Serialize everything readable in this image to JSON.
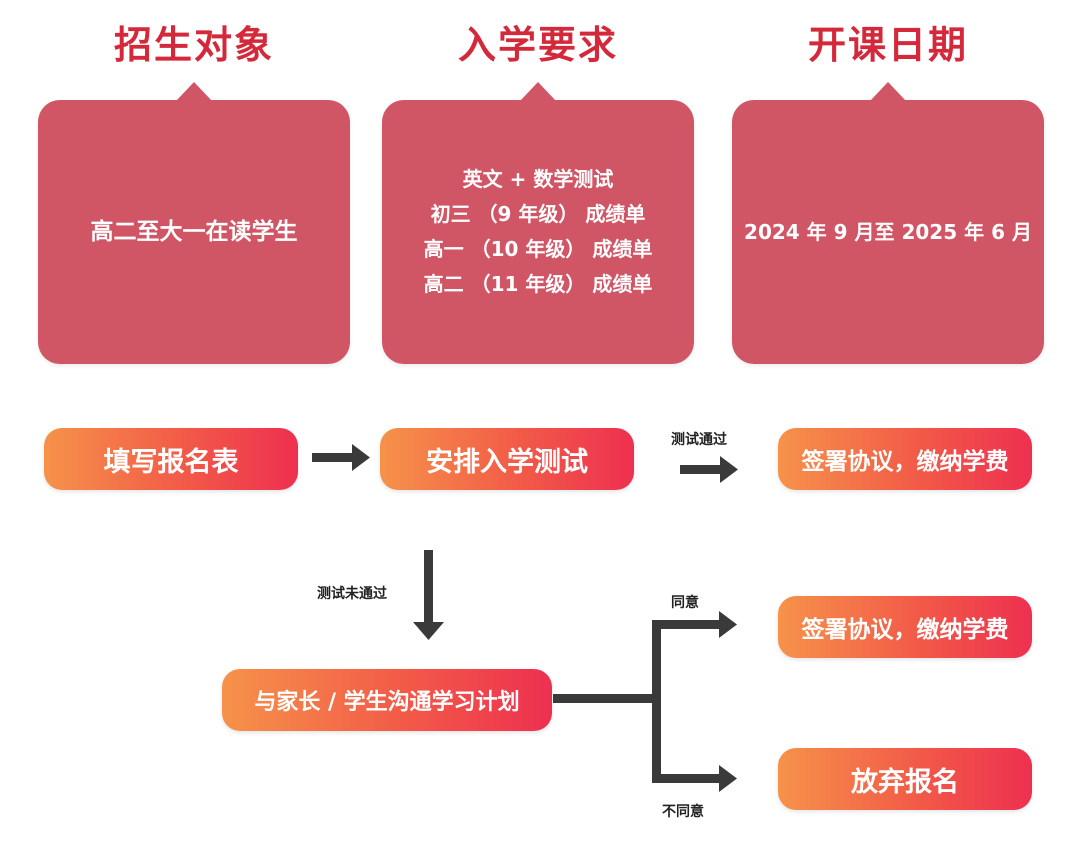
{
  "headings": {
    "target": "招生对象",
    "requirements": "入学要求",
    "start_date": "开课日期"
  },
  "cards": {
    "target": "高二至大一在读学生",
    "requirements": [
      "英文 + 数学测试",
      "初三 （9 年级） 成绩单",
      "高一 （10 年级） 成绩单",
      "高二 （11 年级） 成绩单"
    ],
    "start_date": "2024 年 9 月至 2025 年 6 月"
  },
  "flow": {
    "step_apply": "填写报名表",
    "step_test": "安排入学测试",
    "label_pass": "测试通过",
    "step_sign_1": "签署协议，缴纳学费",
    "label_fail": "测试未通过",
    "step_discuss": "与家长 / 学生沟通学习计划",
    "label_agree": "同意",
    "step_sign_2": "签署协议，缴纳学费",
    "label_disagree": "不同意",
    "step_abandon": "放弃报名"
  },
  "colors": {
    "heading": "#d4293a",
    "card": "#d05565",
    "pill_gradient": [
      "#f6924a",
      "#f25a48",
      "#ee3050"
    ],
    "arrow": "#3a3a3a"
  }
}
